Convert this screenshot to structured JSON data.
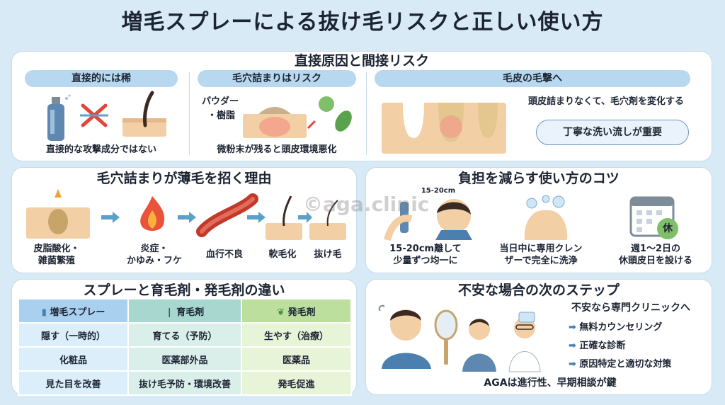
{
  "title": "増毛スプレーによる抜け毛リスクと正しい使い方",
  "top_panel": {
    "title": "直接原因と間接リスク",
    "sections": [
      {
        "label": "直接的には稀",
        "caption": "直接的な攻撃成分ではない"
      },
      {
        "label": "毛穴詰まりはリスク",
        "caption": "微粉末が残ると頭皮環境悪化",
        "tags": [
          "パウダー",
          "・樹脂"
        ]
      },
      {
        "label": "毛皮の毛撃へ",
        "note": "頭皮詰まりなくて、毛穴剤を変化する",
        "bubble": "丁寧な洗い流しが重要"
      }
    ]
  },
  "reasons_panel": {
    "title": "毛穴詰まりが薄毛を招く理由",
    "steps": [
      {
        "line1": "皮脂酸化・",
        "line2": "雑菌繁殖"
      },
      {
        "line1": "炎症・",
        "line2": "かゆみ・フケ"
      },
      {
        "line1": "血行不良",
        "line2": ""
      },
      {
        "line1": "軟毛化",
        "line2": ""
      },
      {
        "line1": "抜け毛",
        "line2": ""
      }
    ]
  },
  "tips_panel": {
    "title": "負担を減らす使い方のコツ",
    "distance_label": "15-20cm",
    "calendar_badge": "休",
    "tips": [
      {
        "line1": "15-20cm離して",
        "line2": "少量ずつ均一に"
      },
      {
        "line1": "当日中に専用クレン",
        "line2": "ザーで完全に洗浄"
      },
      {
        "line1": "週1〜2日の",
        "line2": "休頭皮日を設ける"
      }
    ]
  },
  "compare_panel": {
    "title": "スプレーと育毛剤・発毛剤の違い",
    "headers": [
      "増毛スプレー",
      "育毛剤",
      "発毛剤"
    ],
    "rows": [
      [
        "隠す（一時的）",
        "育てる（予防）",
        "生やす（治療）"
      ],
      [
        "化粧品",
        "医薬部外品",
        "医薬品"
      ],
      [
        "見た目を改善",
        "抜け毛予防・環境改善",
        "発毛促進"
      ]
    ]
  },
  "next_panel": {
    "title": "不安な場合の次のステップ",
    "heading": "不安なら専門クリニックへ",
    "items": [
      "無料カウンセリング",
      "正確な診断",
      "原因特定と適切な対策"
    ],
    "footer": "AGAは進行性、早期相談が鍵"
  },
  "watermark": "©aga.clinic",
  "colors": {
    "background": "#d8eaf5",
    "pill": "#b8d8ef",
    "accent_blue": "#4a7fb0",
    "arrow": "#5aa0c8",
    "skin": "#f2cfa4",
    "hair": "#3b2a22",
    "red": "#e2453c"
  }
}
